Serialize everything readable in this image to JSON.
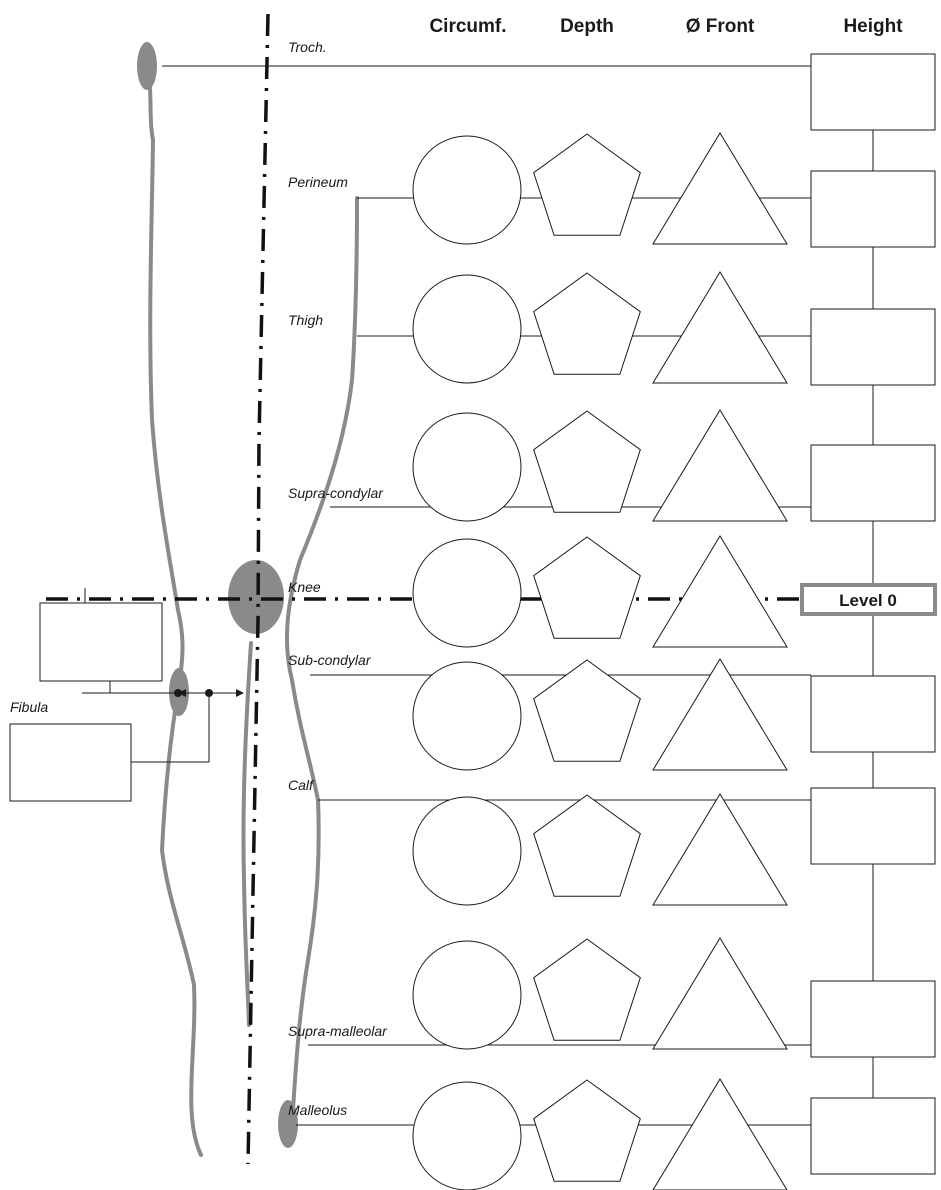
{
  "headers": {
    "circumference": "Circumf.",
    "depth": "Depth",
    "front": "Ø Front",
    "height": "Height"
  },
  "levels": [
    {
      "label": "Troch.",
      "circle": false,
      "pentagon": false,
      "triangle": false,
      "height_box": true
    },
    {
      "label": "Perineum",
      "circle": true,
      "pentagon": true,
      "triangle": true,
      "height_box": true
    },
    {
      "label": "Thigh",
      "circle": true,
      "pentagon": true,
      "triangle": true,
      "height_box": true
    },
    {
      "label": "Supra-condylar",
      "circle": true,
      "pentagon": true,
      "triangle": true,
      "height_box": true
    },
    {
      "label": "Knee",
      "circle": true,
      "pentagon": true,
      "triangle": true,
      "height_box": false
    },
    {
      "label": "Sub-condylar",
      "circle": true,
      "pentagon": true,
      "triangle": true,
      "height_box": true
    },
    {
      "label": "Calf",
      "circle": true,
      "pentagon": true,
      "triangle": true,
      "height_box": true
    },
    {
      "label": "Supra-malleolar",
      "circle": true,
      "pentagon": true,
      "triangle": true,
      "height_box": true
    },
    {
      "label": "Malleolus",
      "circle": true,
      "pentagon": true,
      "triangle": true,
      "height_box": true
    }
  ],
  "level_zero": "Level 0",
  "fibula": "Fibula",
  "colors": {
    "line": "#1a1a1a",
    "bone": "#8a8a8d",
    "level_box_border": "#8a8a8d",
    "background": "#ffffff"
  }
}
